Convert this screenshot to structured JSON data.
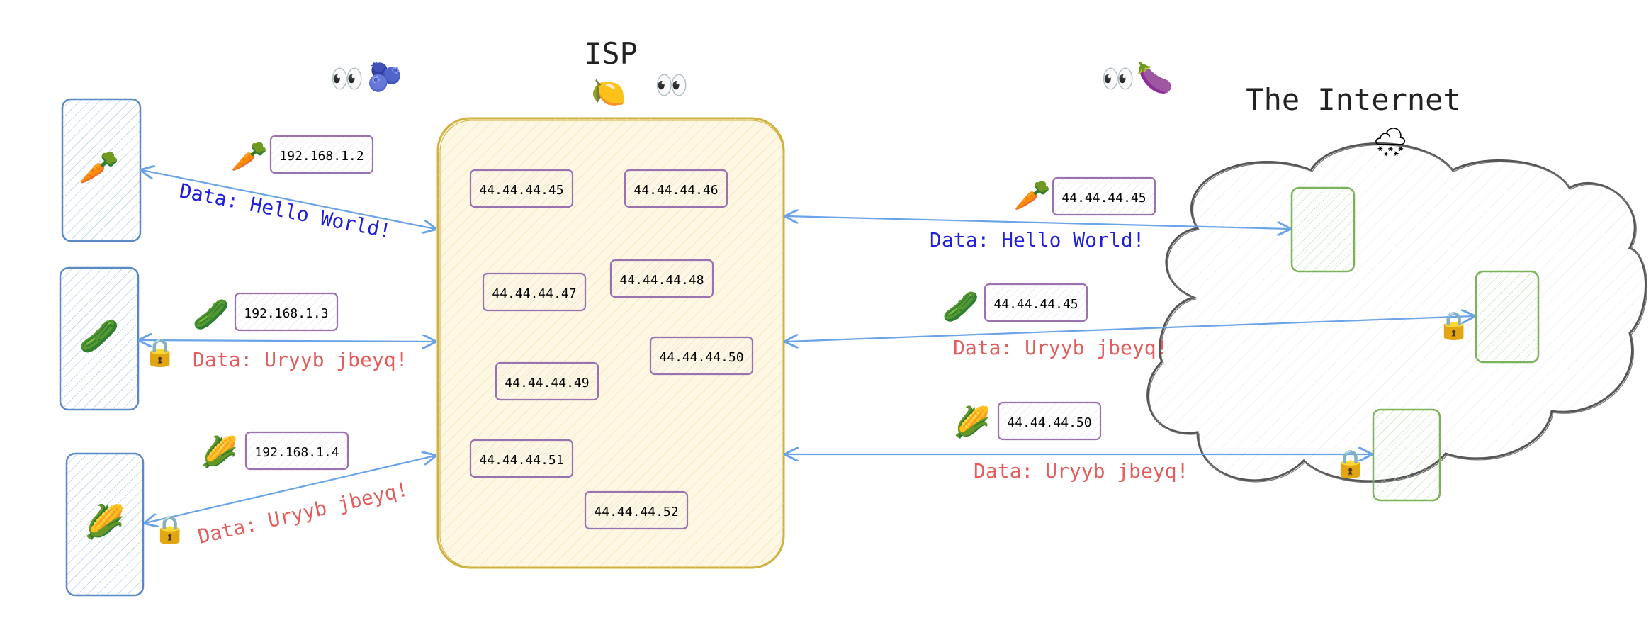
{
  "isp": {
    "title": "ISP",
    "lemon_emoji": "🍋",
    "eyes_emoji": "👀"
  },
  "internet": {
    "title": "The Internet",
    "cloud_emoji": "🌨"
  },
  "watchers": {
    "isp_eyes": "👀",
    "blueberry": "🫐",
    "internet_eyes": "👀",
    "eggplant": "🍆"
  },
  "lock_emoji": "🔒",
  "devices": [
    {
      "emoji": "🥕",
      "ip": "192.168.1.2",
      "data": "Data: Hello World!"
    },
    {
      "emoji": "🥒",
      "ip": "192.168.1.3",
      "data": "Data: Uryyb jbeyq!"
    },
    {
      "emoji": "🌽",
      "ip": "192.168.1.4",
      "data": "Data: Uryyb jbeyq!"
    }
  ],
  "public_ips": [
    "44.44.44.45",
    "44.44.44.46",
    "44.44.44.47",
    "44.44.44.48",
    "44.44.44.50",
    "44.44.44.49",
    "44.44.44.51",
    "44.44.44.52"
  ],
  "right_links": [
    {
      "emoji": "🥕",
      "ip": "44.44.44.45",
      "data": "Data: Hello World!"
    },
    {
      "emoji": "🥒",
      "ip": "44.44.44.45",
      "data": "Data: Uryyb jbeyq!"
    },
    {
      "emoji": "🌽",
      "ip": "44.44.44.50",
      "data": "Data: Uryyb jbeyq!"
    }
  ],
  "colors": {
    "device_stroke": "#5b8ac7",
    "isp_stroke": "#d1b13d",
    "isp_fill": "#fdf7e3",
    "ip_stroke": "#9a72b0",
    "arrow": "#6aa3e8",
    "plain_text": "#1f1fdc",
    "cipher_text": "#e35d5d",
    "server_stroke": "#7ab35c",
    "cloud_stroke": "#555555"
  }
}
